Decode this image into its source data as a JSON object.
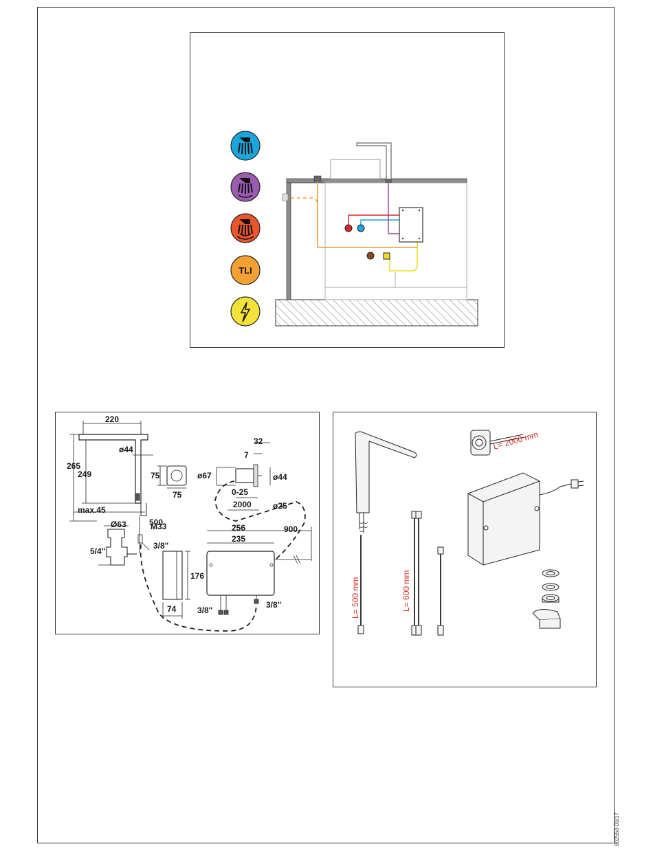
{
  "install_panel": {
    "icons": [
      {
        "name": "cold-water-icon",
        "color": "#1aa6dc"
      },
      {
        "name": "mixed-water-icon",
        "color": "#9a5bb0"
      },
      {
        "name": "hot-water-icon",
        "color": "#e8562a"
      },
      {
        "name": "tli-icon",
        "color": "#f5a035",
        "label": "TLI"
      },
      {
        "name": "electric-icon",
        "color": "#f2e23a"
      }
    ],
    "line_colors": {
      "hot": "#d8232a",
      "cold": "#1aa6dc",
      "mixed": "#a0449a",
      "tli": "#f29a3a",
      "power": "#f2dc2a",
      "drain": "#8a4a1e"
    }
  },
  "dimensions": {
    "d220": "220",
    "d265": "265",
    "d249": "249",
    "d44a": "ø44",
    "d75a": "75",
    "d75b": "75",
    "dmax45": "max.45",
    "d500": "500",
    "dM33": "M33",
    "d63": "Ø63",
    "d54": "5/4\"",
    "d38a": "3/8\"",
    "d32": "32",
    "d7": "7",
    "d67": "ø67",
    "d44b": "ø44",
    "d025": "0-25",
    "d2000": "2000",
    "d25": "ø25",
    "d256": "256",
    "d235": "235",
    "d900": "900",
    "d176": "176",
    "d74": "74",
    "d38b": "3/8\"",
    "d38c": "3/8\""
  },
  "parts": {
    "len_sensor": "L= 2000 mm",
    "len_tap": "L= 500 mm",
    "len_hose": "L= 600 mm"
  },
  "doc_ref": "802550 03/17"
}
